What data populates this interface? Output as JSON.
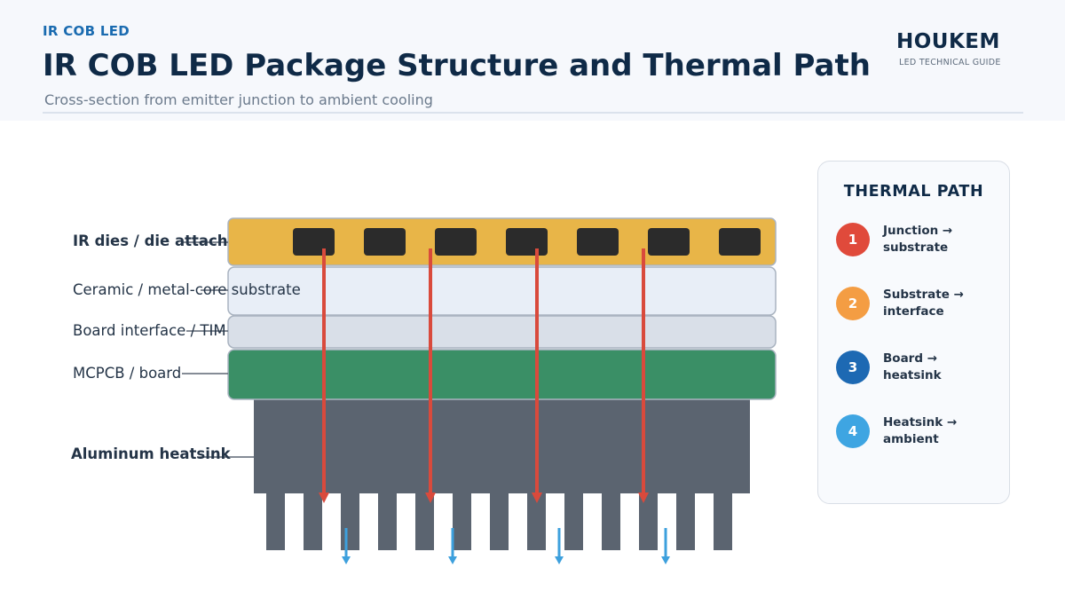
{
  "header": {
    "eyebrow": "IR COB LED",
    "title": "IR COB LED Package Structure and Thermal Path",
    "subtitle": "Cross-section from emitter junction to ambient cooling",
    "brand": "HOUKEM",
    "brand_sub": "LED TECHNICAL GUIDE"
  },
  "layers": [
    {
      "label": "IR dies / die attach",
      "color": "#e8b548"
    },
    {
      "label": "Ceramic / metal-core substrate",
      "color": "#e8eef7"
    },
    {
      "label": "Board interface / TIM",
      "color": "#d9dfe8"
    },
    {
      "label": "MCPCB / board",
      "color": "#3a8f66"
    },
    {
      "label": "Aluminum heatsink",
      "color": "#5b6470"
    }
  ],
  "colors": {
    "die": "#2b2b2b",
    "heat_arrow": "#d94a3c",
    "airflow_arrow": "#3da0dd",
    "layer_border": "#a9b3c0"
  },
  "thermal_panel": {
    "title": "THERMAL PATH",
    "steps": [
      {
        "number": "1",
        "text": "Junction → substrate",
        "color": "#e04a3b"
      },
      {
        "number": "2",
        "text": "Substrate → interface",
        "color": "#f49d43"
      },
      {
        "number": "3",
        "text": "Board → heatsink",
        "color": "#1d69b3"
      },
      {
        "number": "4",
        "text": "Heatsink → ambient",
        "color": "#3ea5e2"
      }
    ]
  }
}
